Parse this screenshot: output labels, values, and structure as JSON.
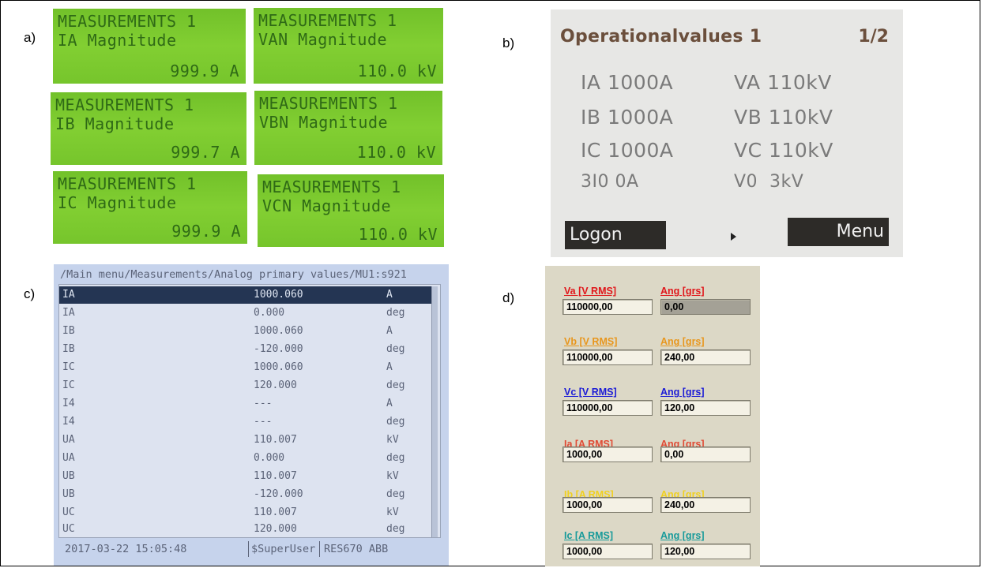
{
  "panels": {
    "a": "a)",
    "b": "b)",
    "c": "c)",
    "d": "d)"
  },
  "lcd_tiles": [
    {
      "line1": "MEASUREMENTS 1",
      "line2": "IA Magnitude",
      "value": "999.9 A"
    },
    {
      "line1": "MEASUREMENTS 1",
      "line2": "VAN Magnitude",
      "value": "110.0 kV"
    },
    {
      "line1": "MEASUREMENTS 1",
      "line2": "IB Magnitude",
      "value": "999.7 A"
    },
    {
      "line1": "MEASUREMENTS 1",
      "line2": "VBN Magnitude",
      "value": "110.0 kV"
    },
    {
      "line1": "MEASUREMENTS 1",
      "line2": "IC Magnitude",
      "value": "999.9 A"
    },
    {
      "line1": "MEASUREMENTS 1",
      "line2": "VCN Magnitude",
      "value": "110.0 kV"
    }
  ],
  "operational_values": {
    "title": "Operationalvalues 1",
    "page": "1/2",
    "cells": [
      [
        "IA",
        "1000A"
      ],
      [
        "VA",
        "110kV"
      ],
      [
        "IB",
        "1000A"
      ],
      [
        "VB",
        "110kV"
      ],
      [
        "IC",
        "1000A"
      ],
      [
        "VC",
        "110kV"
      ],
      [
        "3I0",
        "0A"
      ],
      [
        "V0",
        "3kV"
      ]
    ],
    "logon_label": "Logon",
    "menu_label": "Menu"
  },
  "analog_primary": {
    "path": "/Main menu/Measurements/Analog primary values/MU1:s921",
    "rows": [
      {
        "name": "IA",
        "value": "1000.060",
        "unit": "A"
      },
      {
        "name": "IA",
        "value": "0.000",
        "unit": "deg"
      },
      {
        "name": "IB",
        "value": "1000.060",
        "unit": "A"
      },
      {
        "name": "IB",
        "value": "-120.000",
        "unit": "deg"
      },
      {
        "name": "IC",
        "value": "1000.060",
        "unit": "A"
      },
      {
        "name": "IC",
        "value": "120.000",
        "unit": "deg"
      },
      {
        "name": "I4",
        "value": "---",
        "unit": "A"
      },
      {
        "name": "I4",
        "value": "---",
        "unit": "deg"
      },
      {
        "name": "UA",
        "value": "110.007",
        "unit": "kV"
      },
      {
        "name": "UA",
        "value": "0.000",
        "unit": "deg"
      },
      {
        "name": "UB",
        "value": "110.007",
        "unit": "kV"
      },
      {
        "name": "UB",
        "value": "-120.000",
        "unit": "deg"
      },
      {
        "name": "UC",
        "value": "110.007",
        "unit": "kV"
      },
      {
        "name": "UC",
        "value": "120.000",
        "unit": "deg"
      }
    ],
    "status": {
      "datetime": "2017-03-22 15:05:48",
      "user": "$SuperUser",
      "device": "RES670 ABB"
    }
  },
  "rms_values": {
    "rows": [
      {
        "label_v": "Va [V RMS]",
        "value_v": "110000,00",
        "label_a": "Ang [grs]",
        "value_a": "0,00",
        "color": "#e0161a"
      },
      {
        "label_v": "Vb [V RMS]",
        "value_v": "110000,00",
        "label_a": "Ang [grs]",
        "value_a": "240,00",
        "color": "#e8961c"
      },
      {
        "label_v": "Vc [V RMS]",
        "value_v": "110000,00",
        "label_a": "Ang [grs]",
        "value_a": "120,00",
        "color": "#1a1ad6"
      },
      {
        "label_v": "Ia [A RMS]",
        "value_v": "1000,00",
        "label_a": "Ang [grs]",
        "value_a": "0,00",
        "color": "#e04a34"
      },
      {
        "label_v": "Ib [A RMS]",
        "value_v": "1000,00",
        "label_a": "Ang [grs]",
        "value_a": "240,00",
        "color": "#f0d020"
      },
      {
        "label_v": "Ic [A RMS]",
        "value_v": "1000,00",
        "label_a": "Ang [grs]",
        "value_a": "120,00",
        "color": "#179a9a"
      }
    ]
  }
}
